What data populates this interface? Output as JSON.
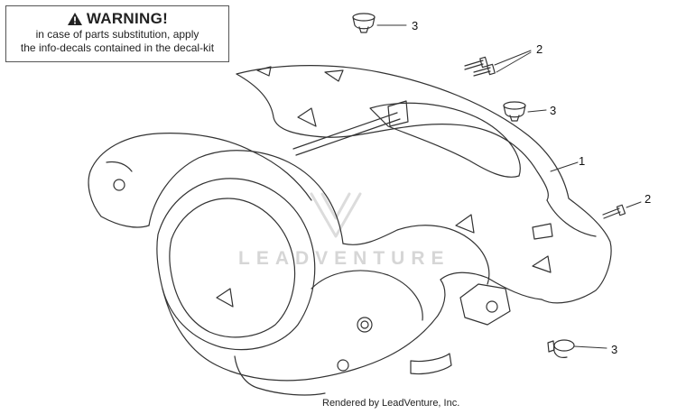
{
  "warning": {
    "title": "WARNING!",
    "line1": "in case of parts substitution, apply",
    "line2": "the info-decals contained in the decal-kit"
  },
  "callouts": {
    "top_clip": "3",
    "screws": "2",
    "mid_clip": "3",
    "headset": "1",
    "side_screw": "2",
    "bottom_clip": "3"
  },
  "watermark": "LEADVENTURE",
  "footer": "Rendered by LeadVenture, Inc.",
  "colors": {
    "line": "#333333",
    "watermark": "#d6d6d6"
  }
}
